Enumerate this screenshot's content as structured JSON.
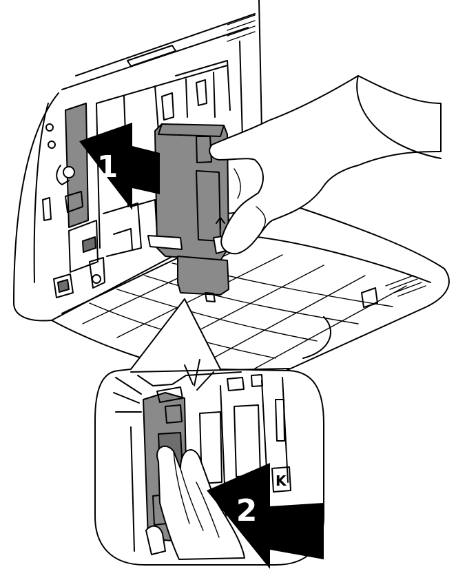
{
  "steps": [
    {
      "number": "1"
    },
    {
      "number": "2"
    }
  ],
  "toner_slot_label": "K",
  "colors": {
    "cartridge_gray": "#8a8a8a",
    "arrow": "#000000",
    "background": "#ffffff"
  },
  "icons": [
    "arrow-up-icon",
    "click-sound-lines"
  ]
}
